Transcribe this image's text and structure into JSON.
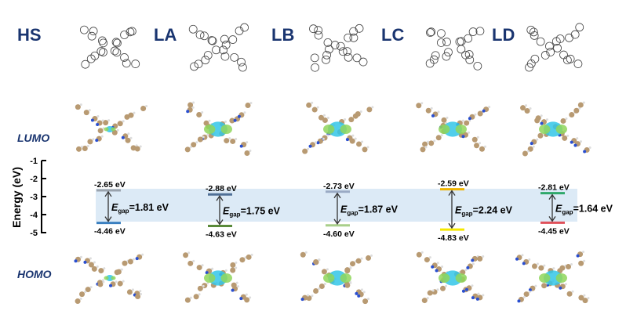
{
  "molecules": [
    "HS",
    "LA",
    "LB",
    "LC",
    "LD"
  ],
  "orbitals": {
    "lumo": "LUMO",
    "homo": "HOMO"
  },
  "axis": {
    "label": "Energy (eV)",
    "ticks": [
      -1,
      -2,
      -3,
      -4,
      -5
    ],
    "range": [
      -1,
      -5
    ]
  },
  "levels": [
    {
      "name": "HS",
      "lumo": -2.65,
      "homo": -4.46,
      "lumo_label": "-2.65 eV",
      "homo_label": "-4.46 eV",
      "gap_label": "=1.81 eV",
      "lumo_color": "#9aa3ad",
      "homo_color": "#3a7fc0"
    },
    {
      "name": "LA",
      "lumo": -2.88,
      "homo": -4.63,
      "lumo_label": "-2.88 eV",
      "homo_label": "-4.63 eV",
      "gap_label": "=1.75 eV",
      "lumo_color": "#4f6f96",
      "homo_color": "#5a8a3a"
    },
    {
      "name": "LB",
      "lumo": -2.73,
      "homo": -4.6,
      "lumo_label": "-2.73 eV",
      "homo_label": "-4.60 eV",
      "gap_label": "=1.87 eV",
      "lumo_color": "#9aaac4",
      "homo_color": "#a8cf8a"
    },
    {
      "name": "LC",
      "lumo": -2.59,
      "homo": -4.83,
      "lumo_label": "-2.59 eV",
      "homo_label": "-4.83 eV",
      "gap_label": "=2.24 eV",
      "lumo_color": "#f0b400",
      "homo_color": "#f5e800"
    },
    {
      "name": "LD",
      "lumo": -2.81,
      "homo": -4.45,
      "lumo_label": "-2.81 eV",
      "homo_label": "-4.45 eV",
      "gap_label": "=1.64 eV",
      "lumo_color": "#2fa86a",
      "homo_color": "#e0505a"
    }
  ],
  "gap_symbol": {
    "E": "E",
    "sub": "gap"
  },
  "colors": {
    "title": "#1a3570",
    "band": "#dceaf6"
  }
}
